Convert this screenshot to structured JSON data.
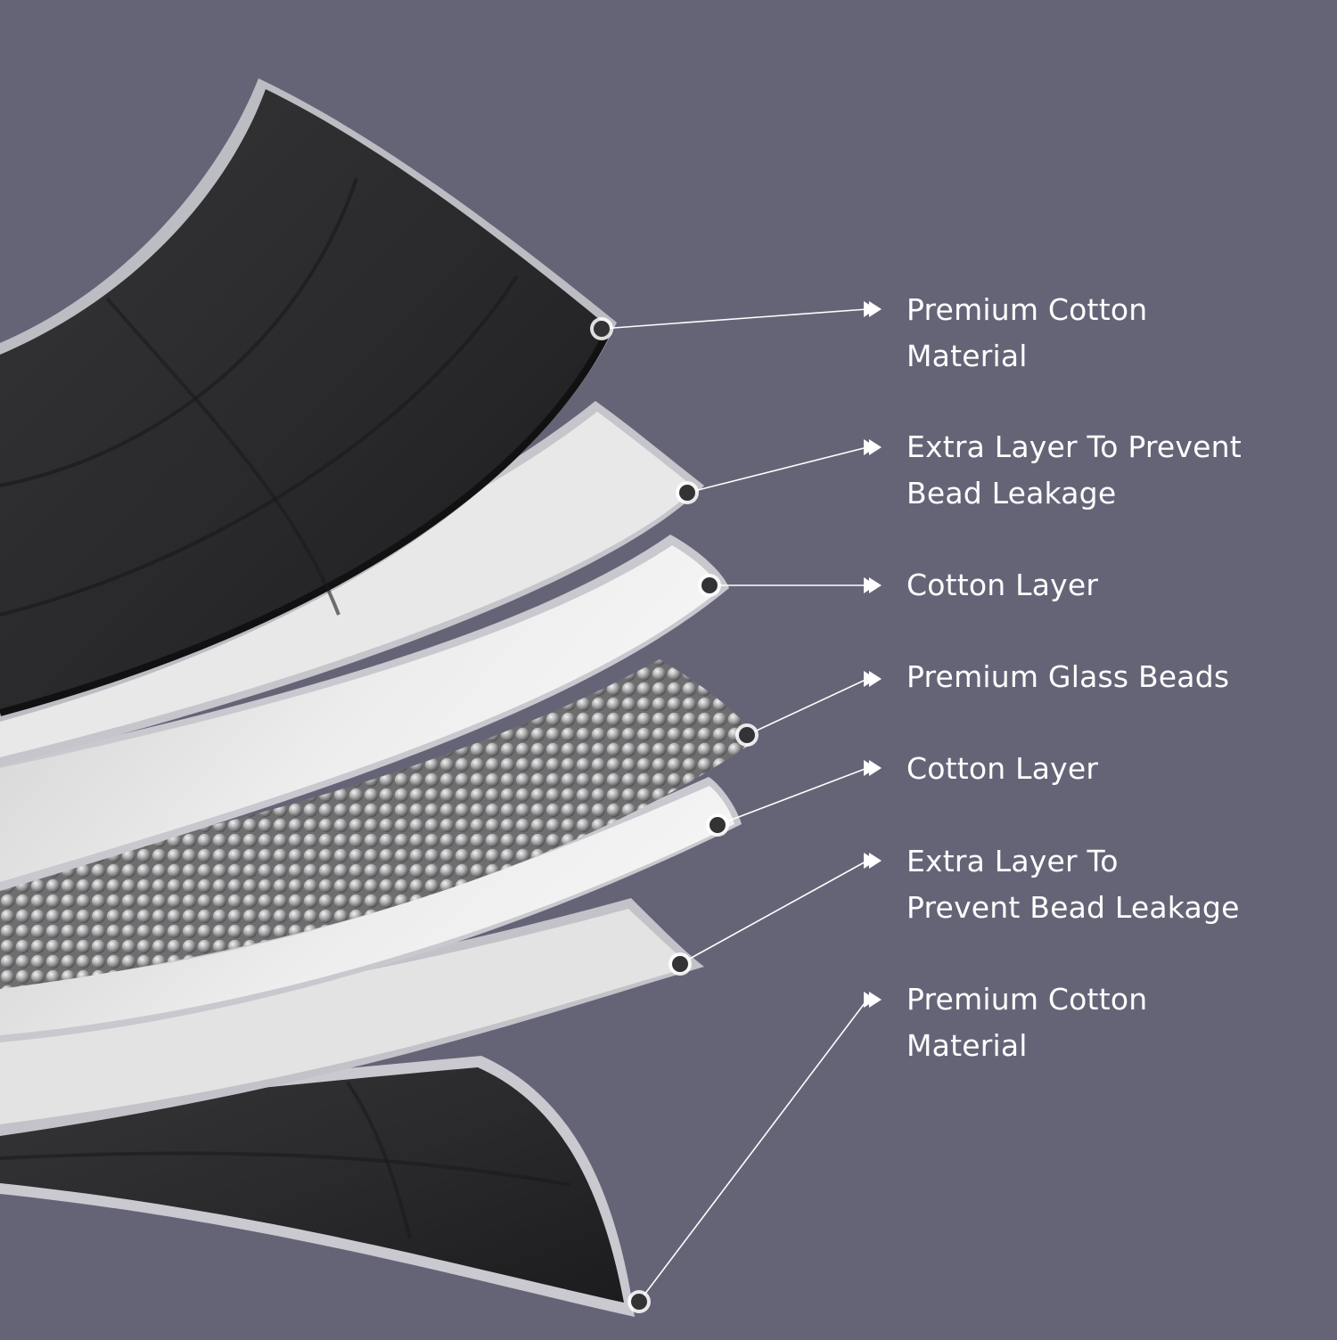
{
  "background_color": "#656477",
  "layers": [
    {
      "id": "top-premium-cotton",
      "lines": [
        "Premium Cotton",
        "Material"
      ],
      "fill": "#2b2b2e"
    },
    {
      "id": "top-extra-layer",
      "lines": [
        "Extra Layer To Prevent",
        "Bead Leakage"
      ],
      "fill": "#e6e6e6"
    },
    {
      "id": "top-cotton-layer",
      "lines": [
        "Cotton Layer"
      ],
      "fill": "#ececec"
    },
    {
      "id": "glass-beads",
      "lines": [
        "Premium Glass Beads"
      ],
      "fill": "#8d8d8d"
    },
    {
      "id": "bottom-cotton-layer",
      "lines": [
        "Cotton Layer"
      ],
      "fill": "#ececec"
    },
    {
      "id": "bottom-extra-layer",
      "lines": [
        "Extra Layer To",
        "Prevent Bead Leakage"
      ],
      "fill": "#e2e2e2"
    },
    {
      "id": "bottom-premium-cotton",
      "lines": [
        "Premium Cotton",
        "Material"
      ],
      "fill": "#2e2e31"
    }
  ]
}
